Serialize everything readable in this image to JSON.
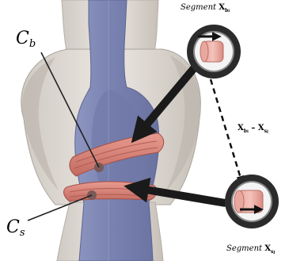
{
  "labels": {
    "cb": {
      "main": "C",
      "sub": "b"
    },
    "cs": {
      "main": "C",
      "sub": "s"
    },
    "segment_top": {
      "word": "Segment",
      "var": "X",
      "sub": "b",
      "subsub": "i"
    },
    "segment_bottom": {
      "word": "Segment",
      "var": "X",
      "sub": "s",
      "subsub": "j"
    },
    "difference": {
      "a": "X",
      "a_sub": "b",
      "a_subsub": "i",
      "op": "–",
      "b": "X",
      "b_sub": "s",
      "b_subsub": "j"
    }
  },
  "colors": {
    "tissue_light": "#e6e2dc",
    "tissue_mid": "#cdc8c1",
    "tissue_dark": "#a9a39c",
    "blue_section": "#7f87b4",
    "blue_dark": "#5d6594",
    "ligament": "#d9857a",
    "ligament_dark": "#b45a52",
    "magnifier_ring": "#2b2b2b",
    "arrow": "#1a1a1a"
  },
  "icons": [
    "magnifier-top-icon",
    "magnifier-bottom-icon",
    "segment-cylinder-icon"
  ]
}
